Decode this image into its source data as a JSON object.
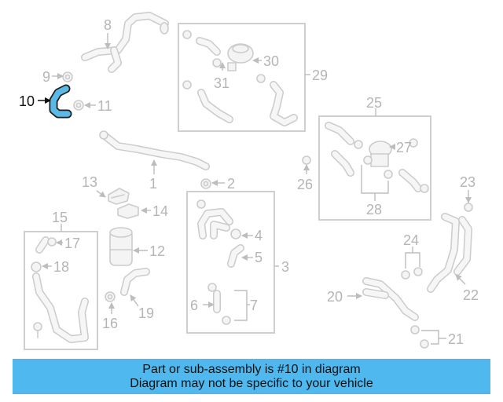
{
  "diagram": {
    "highlighted_callout": "10",
    "highlight_color": "#5cb8e6",
    "callouts": {
      "c1": "1",
      "c2": "2",
      "c3": "3",
      "c4": "4",
      "c5": "5",
      "c6": "6",
      "c7": "7",
      "c8": "8",
      "c9": "9",
      "c10": "10",
      "c11": "11",
      "c12": "12",
      "c13": "13",
      "c14": "14",
      "c15": "15",
      "c16": "16",
      "c17": "17",
      "c18": "18",
      "c19": "19",
      "c20": "20",
      "c21": "21",
      "c22": "22",
      "c23": "23",
      "c24": "24",
      "c25": "25",
      "c26": "26",
      "c27": "27",
      "c28": "28",
      "c29": "29",
      "c30": "30",
      "c31": "31"
    }
  },
  "banner": {
    "line1": "Part or sub-assembly is #10 in diagram",
    "line2": "Diagram may not be specific to your vehicle",
    "background": "#4eb8ef"
  }
}
